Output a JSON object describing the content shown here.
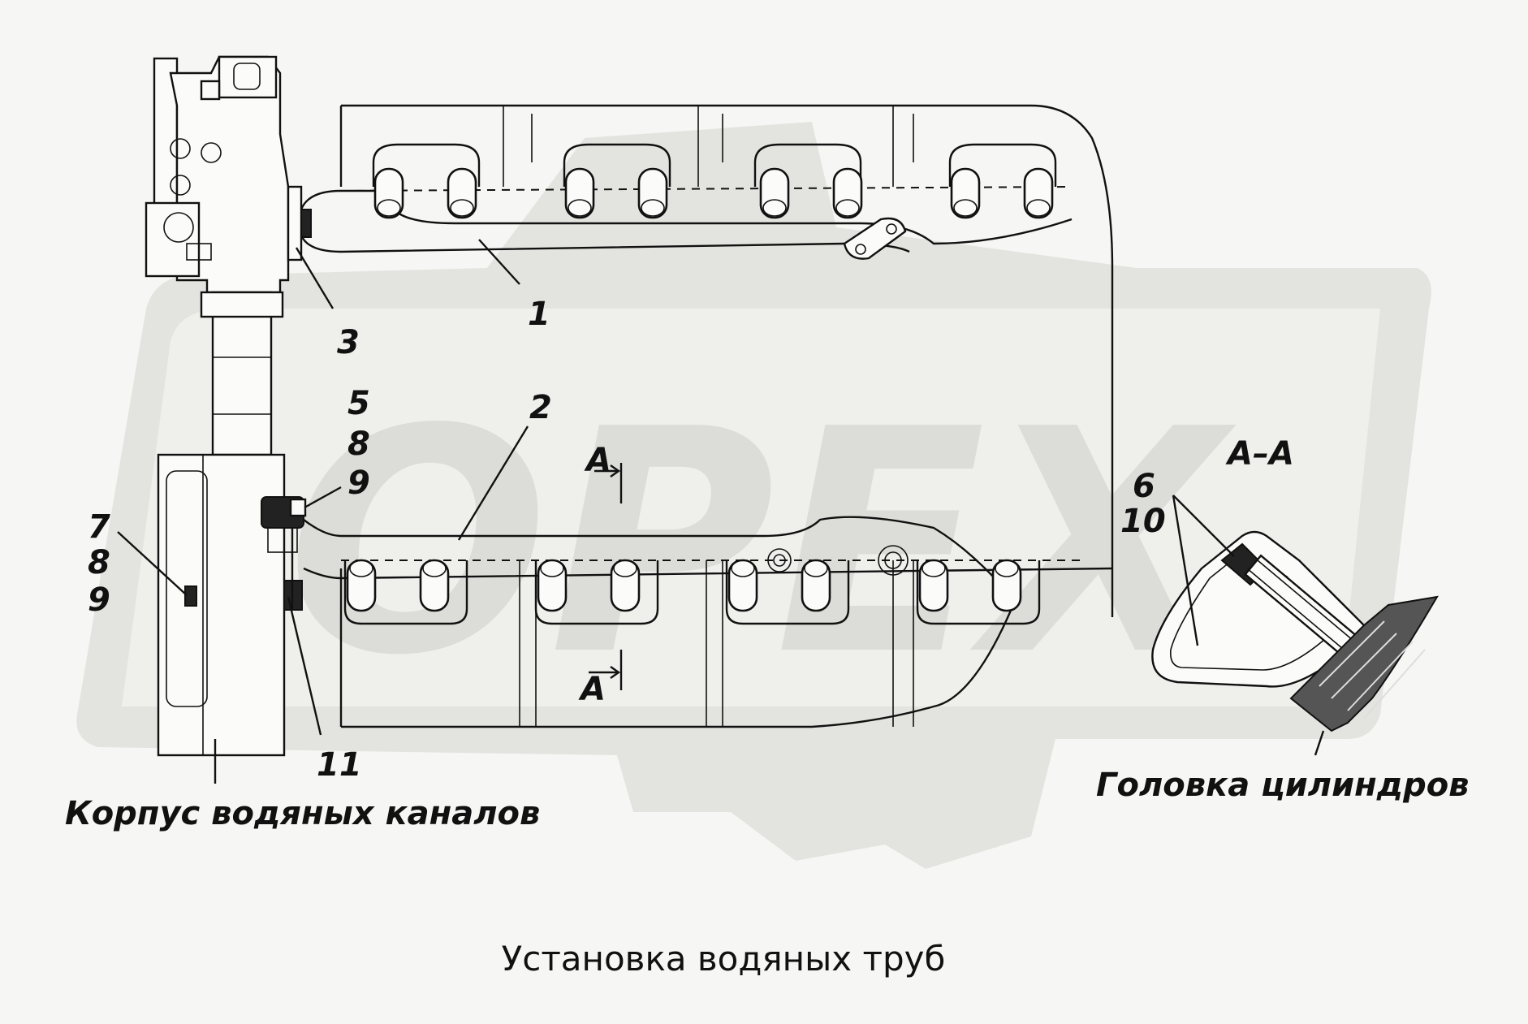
{
  "watermark": {
    "text": "OPEX",
    "color": "#dcdcd8"
  },
  "callouts": {
    "c1": "1",
    "c2": "2",
    "c3": "3",
    "c589": [
      "5",
      "8",
      "9"
    ],
    "c789": [
      "7",
      "8",
      "9"
    ],
    "c11": "11",
    "c610": [
      "6",
      "10"
    ],
    "section_a": "A",
    "section_aa": "A–A"
  },
  "labels": {
    "housing": "Корпус водяных каналов",
    "head": "Головка цилиндров"
  },
  "caption": "Установка водяных труб"
}
